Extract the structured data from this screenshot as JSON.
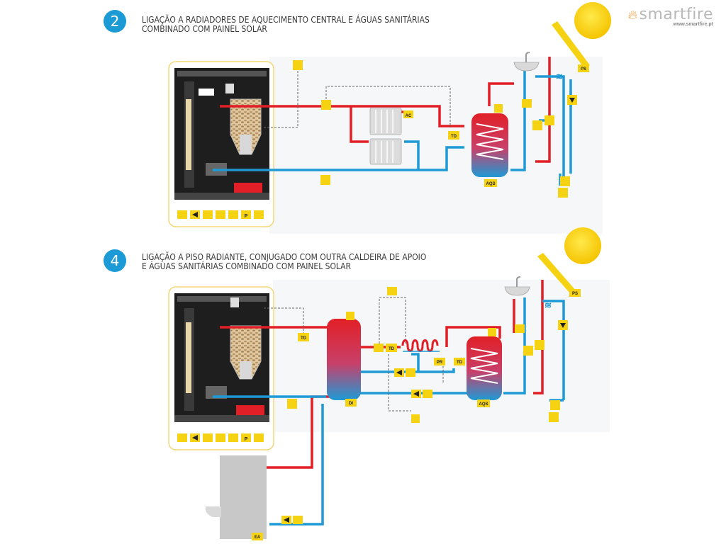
{
  "brand": {
    "name": "smartfire",
    "url": "www.smartfire.pt"
  },
  "section_a": {
    "number": "2",
    "title_line1": "LIGAÇÃO A RADIADORES DE AQUECIMENTO CENTRAL E ÁGUAS SANITÁRIAS",
    "title_line2": "COMBINADO COM PAINEL SOLAR",
    "labels": {
      "radiator": "AC",
      "thermal_discharge": "TD",
      "storage_tank": "AQS",
      "solar_panel": "PS",
      "panel_p": "P"
    }
  },
  "section_b": {
    "number": "4",
    "title_line1": "LIGAÇÃO A PISO RADIANTE, CONJUGADO COM OUTRA CALDEIRA DE APOIO",
    "title_line2": "E ÁGUAS SANITÁRIAS COMBINADO COM PAINEL SOLAR",
    "labels": {
      "thermal_discharge": "TD",
      "buffer_tank": "DI",
      "floor_heating": "PR",
      "storage_tank": "AQS",
      "solar_panel": "PS",
      "aux_boiler": "EA",
      "panel_p": "P"
    }
  },
  "colors": {
    "hot": "#e21f26",
    "cold": "#1e9ad6",
    "accent_yellow": "#f5d312",
    "badge_blue": "#1b9ad6"
  }
}
